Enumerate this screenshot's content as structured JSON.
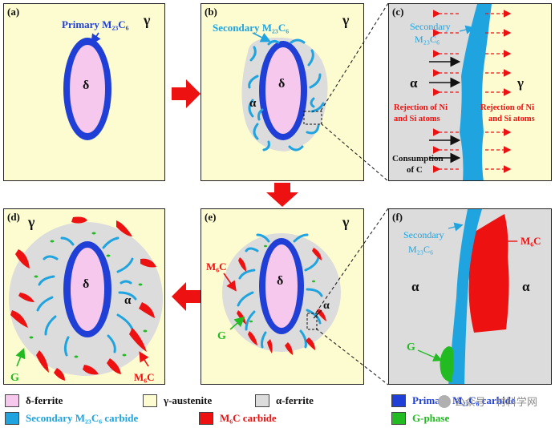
{
  "panels": {
    "a": {
      "label": "(a)",
      "gamma": "γ",
      "delta": "δ",
      "primary": "Primary M₂₃C₆"
    },
    "b": {
      "label": "(b)",
      "gamma": "γ",
      "delta": "δ",
      "alpha": "α",
      "secondary": "Secondary M₂₃C₆"
    },
    "c": {
      "label": "(c)",
      "alpha": "α",
      "gamma": "γ",
      "secondary_line1": "Secondary",
      "secondary_line2": "M₂₃C₆",
      "reject_left_1": "Rejection of Ni",
      "reject_left_2": "and Si atoms",
      "reject_right_1": "Rejection of Ni",
      "reject_right_2": "and Si atoms",
      "consumption_1": "Consumption",
      "consumption_2": "of C"
    },
    "d": {
      "label": "(d)",
      "gamma": "γ",
      "delta": "δ",
      "alpha": "α",
      "g": "G",
      "m6c": "M₆C"
    },
    "e": {
      "label": "(e)",
      "gamma": "γ",
      "delta": "δ",
      "alpha": "α",
      "g": "G",
      "m6c": "M₆C"
    },
    "f": {
      "label": "(f)",
      "alpha_left": "α",
      "alpha_right": "α",
      "secondary_line1": "Secondary",
      "secondary_line2": "M₂₃C₆",
      "m6c": "M₆C",
      "g": "G"
    }
  },
  "legend": [
    {
      "label": "δ-ferrite",
      "color": "#f7c8ee"
    },
    {
      "label": "γ-austenite",
      "color": "#fdfbd0"
    },
    {
      "label": "α-ferrite",
      "color": "#dcdcdc"
    },
    {
      "label": "Primary M₂₃C₆ carbide",
      "color": "#1f3fd6"
    },
    {
      "label": "Secondary M₂₃C₆ carbide",
      "color": "#1fa4e0"
    },
    {
      "label": "M₆C carbide",
      "color": "#ee1111"
    },
    {
      "label": "G-phase",
      "color": "#22bb22"
    }
  ],
  "watermark": "公众号 · 材料学网",
  "colors": {
    "delta": "#f7c8ee",
    "gamma": "#fdfbd0",
    "alpha": "#dcdcdc",
    "primary": "#1f3fd6",
    "secondary": "#1fa4e0",
    "m6c": "#ee1111",
    "g": "#22bb22",
    "arrow": "#ee1111"
  }
}
